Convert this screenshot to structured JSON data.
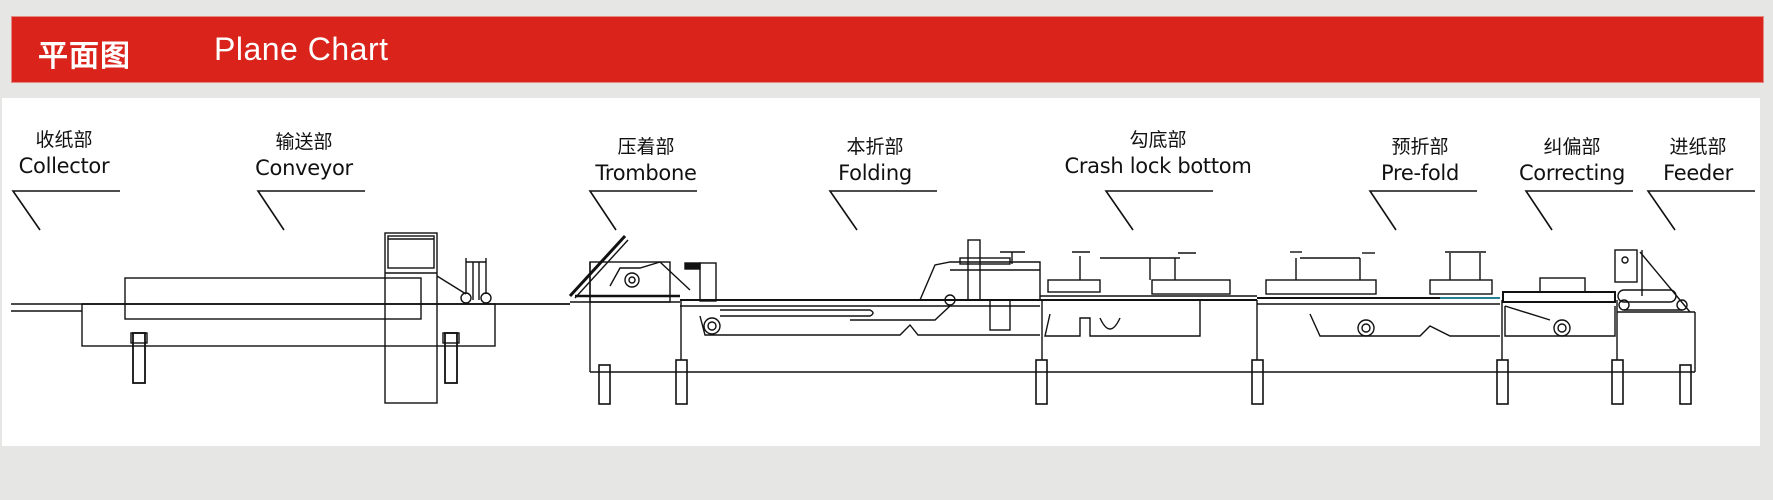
{
  "header": {
    "title_cn": "平面图",
    "title_en": "Plane Chart",
    "accent_color": "#d9231b"
  },
  "diagram": {
    "subject": "folder gluer machine side elevation",
    "sections": [
      {
        "id": "collector",
        "cn": "收纸部",
        "en": "Collector"
      },
      {
        "id": "conveyor",
        "cn": "输送部",
        "en": "Conveyor"
      },
      {
        "id": "trombone",
        "cn": "压着部",
        "en": "Trombone"
      },
      {
        "id": "folding",
        "cn": "本折部",
        "en": "Folding"
      },
      {
        "id": "crash-lock",
        "cn": "勾底部",
        "en": "Crash lock bottom"
      },
      {
        "id": "pre-fold",
        "cn": "预折部",
        "en": "Pre-fold"
      },
      {
        "id": "correcting",
        "cn": "纠偏部",
        "en": "Correcting"
      },
      {
        "id": "feeder",
        "cn": "进纸部",
        "en": "Feeder"
      }
    ]
  }
}
